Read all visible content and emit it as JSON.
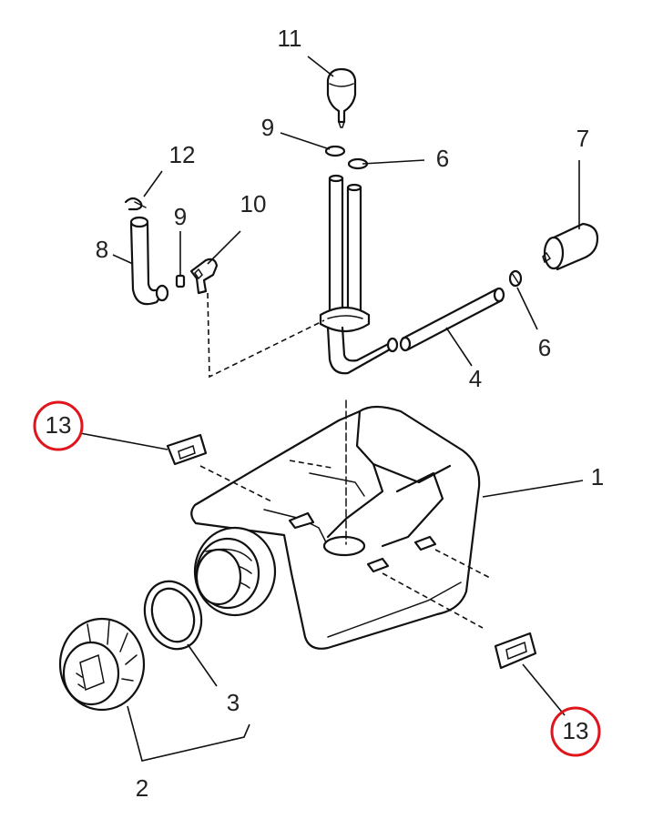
{
  "callouts": {
    "p1": "1",
    "p2": "2",
    "p3": "3",
    "p4": "4",
    "p6a": "6",
    "p6b": "6",
    "p7": "7",
    "p8": "8",
    "p9a": "9",
    "p9b": "9",
    "p10": "10",
    "p11": "11",
    "p12": "12",
    "p13a": "13",
    "p13b": "13"
  },
  "colors": {
    "line": "#111111",
    "highlight": "#e0141b",
    "background": "#ffffff"
  }
}
